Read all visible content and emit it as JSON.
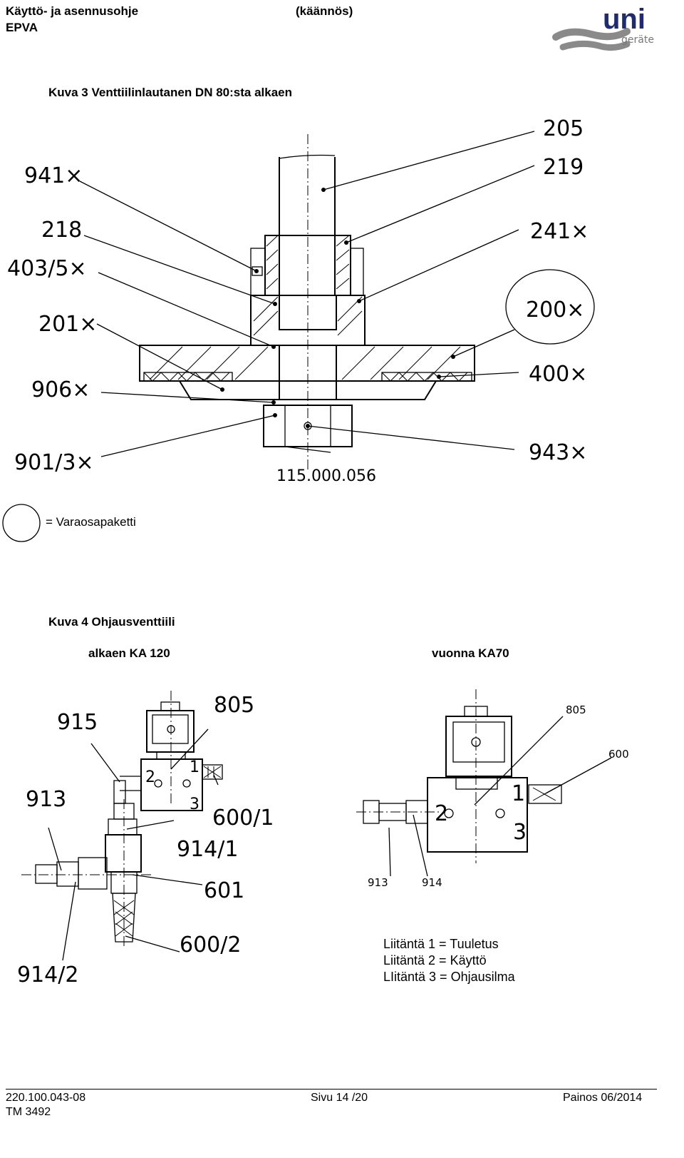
{
  "header": {
    "left_line1": "Käyttö- ja asennusohje",
    "left_line2": "EPVA",
    "center": "(käännös)",
    "logo_text": "uni",
    "logo_subtext": "geräte"
  },
  "figure3": {
    "caption": "Kuva 3 Venttiilinlautanen DN 80:sta alkaen",
    "labels": {
      "l941": "941×",
      "l218": "218",
      "l403": "403/5×",
      "l201": "201×",
      "l906": "906×",
      "l901": "901/3×",
      "l205": "205",
      "l219": "219",
      "l241": "241×",
      "l200": "200×",
      "l400": "400×",
      "l943": "943×"
    },
    "drawing_number": "115.000.056"
  },
  "legend": {
    "text": "= Varaosapaketti"
  },
  "figure4": {
    "caption": "Kuva 4 Ohjausventtiili",
    "left_subtitle": "alkaen KA 120",
    "right_subtitle": "vuonna KA70",
    "left_labels": {
      "l805": "805",
      "l915": "915",
      "l913": "913",
      "l600_1": "600/1",
      "l914_1": "914/1",
      "l601": "601",
      "l600_2": "600/2",
      "l914_2": "914/2",
      "p1": "1",
      "p2": "2",
      "p3": "3"
    },
    "right_labels": {
      "l805": "805",
      "l600": "600",
      "l913": "913",
      "l914": "914",
      "p1": "1",
      "p2": "2",
      "p3": "3"
    },
    "connections": [
      "Liitäntä 1 = Tuuletus",
      "Liitäntä 2 = Käyttö",
      "LIitäntä 3 = Ohjausilma"
    ]
  },
  "footer": {
    "doc_number": "220.100.043-08",
    "tm": "TM 3492",
    "page": "Sivu 14 /20",
    "edition": "Painos 06/2014"
  }
}
